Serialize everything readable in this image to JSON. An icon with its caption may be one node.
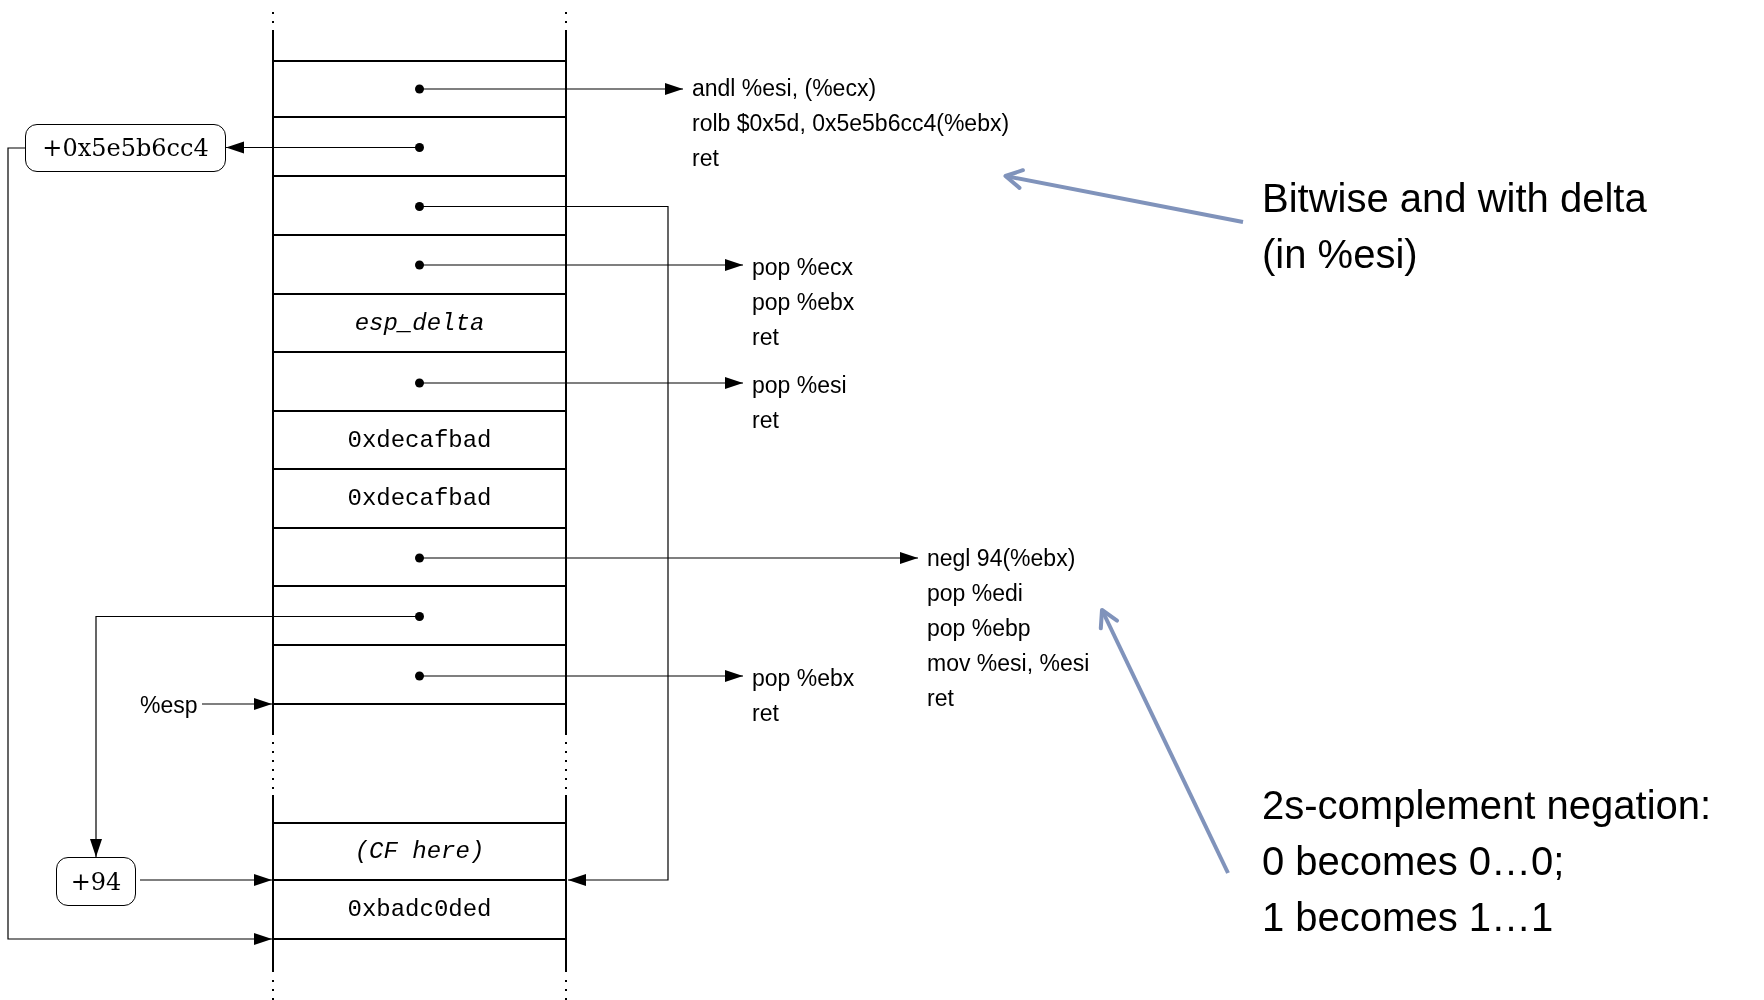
{
  "diagram": {
    "nodes": [
      {
        "text": [],
        "shape": "box"
      },
      {
        "text": [],
        "shape": "box"
      },
      {
        "text": [],
        "shape": "box"
      },
      {
        "text": [],
        "shape": "box"
      },
      {
        "text": [
          "esp_delta"
        ]
      },
      {
        "text": [],
        "shape": "box"
      },
      {
        "text": [
          "0xdecafbad"
        ]
      },
      {
        "text": [
          "0xdecafbad"
        ]
      },
      {
        "text": [],
        "shape": "box"
      },
      {
        "text": [],
        "shape": "box"
      },
      {
        "text": [],
        "shape": "box"
      },
      {
        "text": [
          "(CF here)"
        ]
      },
      {
        "text": [
          "0xbadc0ded"
        ]
      },
      {
        "text": [
          "andl %esi, (%ecx)",
          "rolb $0x5d, 0x5e5b6cc4(%ebx)",
          "ret"
        ]
      },
      {
        "text": [
          "+0x5e5b6cc4"
        ]
      },
      {
        "text": [
          "pop %ecx",
          "pop %ebx",
          "ret"
        ]
      },
      {
        "text": [
          "pop %esi",
          "ret"
        ]
      },
      {
        "text": [
          "negl 94(%ebx)",
          "pop %edi",
          "pop %ebp",
          "mov %esi, %esi",
          "ret"
        ]
      },
      {
        "text": [
          "+94"
        ]
      },
      {
        "text": [
          "pop %ebx",
          "ret"
        ]
      },
      {
        "text": [
          "%esp"
        ]
      },
      {
        "text": [
          "Bitwise and with delta",
          "(in %esi)"
        ]
      },
      {
        "text": [
          "2s-complement negation:",
          "0 becomes 0…0;",
          "1 becomes 1…1"
        ]
      }
    ],
    "edges": [
      {
        "from": 0,
        "to": 13,
        "arrow": "to"
      },
      {
        "from": 1,
        "to": 14,
        "arrow": "to"
      },
      {
        "from": 2,
        "to": 11,
        "arrow": "to"
      },
      {
        "from": 3,
        "to": 15,
        "arrow": "to"
      },
      {
        "from": 5,
        "to": 16,
        "arrow": "to"
      },
      {
        "from": 8,
        "to": 17,
        "arrow": "to"
      },
      {
        "from": 9,
        "to": 18,
        "arrow": "to"
      },
      {
        "from": 10,
        "to": 19,
        "arrow": "to"
      },
      {
        "from": 20,
        "to": 10,
        "arrow": "to"
      },
      {
        "from": 18,
        "to": 11,
        "arrow": "to"
      },
      {
        "from": 14,
        "to": 12,
        "arrow": "to"
      },
      {
        "from": 21,
        "to": 13,
        "arrow": "to",
        "style": "thick",
        "color": "#8093bb"
      },
      {
        "from": 22,
        "to": 17,
        "arrow": "to",
        "style": "thick",
        "color": "#8093bb"
      }
    ]
  }
}
